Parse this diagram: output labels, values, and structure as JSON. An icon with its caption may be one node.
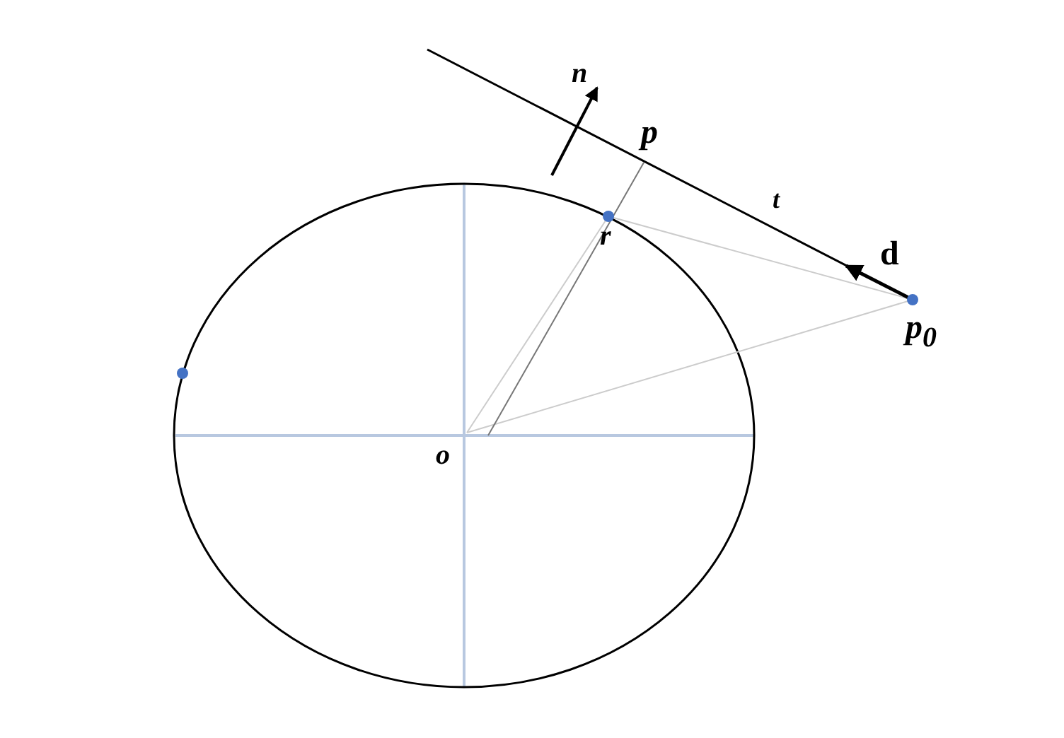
{
  "diagram": {
    "labels": [
      "n",
      "p",
      "r",
      "t",
      "d",
      "p$_{0}$",
      "o"
    ]
  }
}
